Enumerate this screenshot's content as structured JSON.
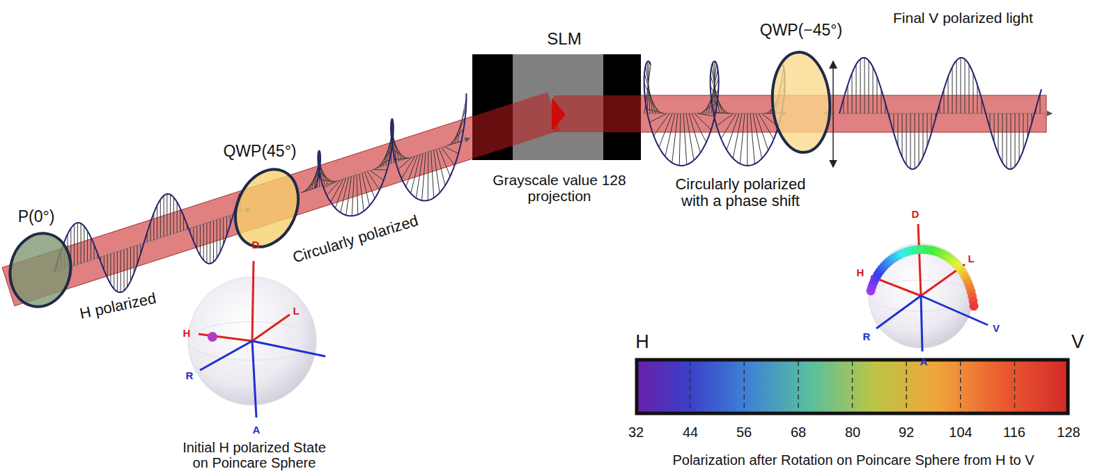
{
  "diagram": {
    "nodes": [
      {
        "text": [
          "P(0°)"
        ]
      },
      {
        "text": [
          "QWP(45°)"
        ]
      },
      {
        "text": [
          "D",
          "H",
          "L",
          "R",
          "A",
          "Initial H polarized State on Poincare Sphere"
        ]
      },
      {
        "text": [
          "SLM",
          "Grayscale value 128 projection"
        ]
      },
      {
        "text": [
          "QWP(−45°)"
        ]
      },
      {
        "text": [
          "D",
          "H",
          "L",
          "R",
          "V",
          "A"
        ]
      }
    ],
    "labels": [
      "H polarized",
      "Circularly polarized",
      "Circularly polarized with a phase shift",
      "Final V polarized light",
      "H",
      "V",
      "32",
      "44",
      "56",
      "68",
      "80",
      "92",
      "104",
      "116",
      "128",
      "Polarization after Rotation on Poincare Sphere from H to V"
    ]
  }
}
